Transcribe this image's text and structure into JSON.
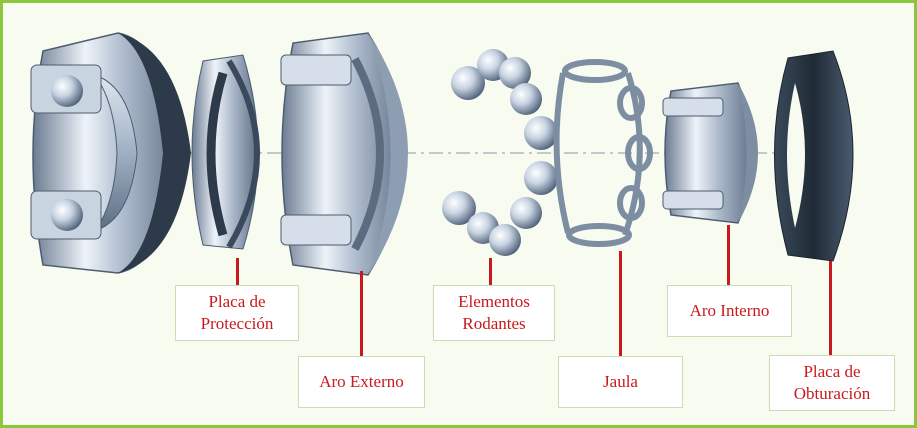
{
  "labels": {
    "placa_proteccion": [
      "Placa de",
      "Protección"
    ],
    "aro_externo": [
      "Aro Externo"
    ],
    "elementos_rodantes": [
      "Elementos",
      "Rodantes"
    ],
    "jaula": [
      "Jaula"
    ],
    "aro_interno": [
      "Aro Interno"
    ],
    "placa_obturacion": [
      "Placa de",
      "Obturación"
    ]
  },
  "colors": {
    "border": "#8cc63f",
    "label_text": "#c8191e",
    "leader_line": "#c8191e",
    "steel_light": "#eef3f9",
    "steel_mid": "#aebccd",
    "steel_dark": "#5f6f84",
    "seal_dark": "#1f2a35"
  }
}
